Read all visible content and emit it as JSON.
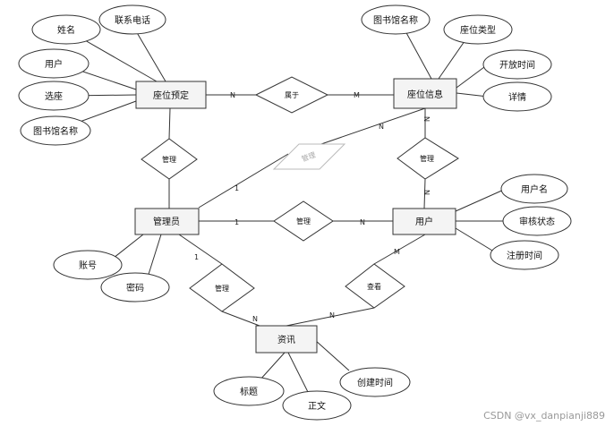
{
  "entities": {
    "seat_booking": "座位预定",
    "seat_info": "座位信息",
    "admin": "管理员",
    "user": "用户",
    "news": "资讯"
  },
  "attributes": {
    "name": "姓名",
    "phone": "联系电话",
    "booking_user": "用户",
    "seat_select": "选座",
    "booking_library": "图书馆名称",
    "info_library": "图书馆名称",
    "seat_type": "座位类型",
    "open_time": "开放时间",
    "details": "详情",
    "account": "账号",
    "password": "密码",
    "username": "用户名",
    "review_status": "审核状态",
    "reg_time": "注册时间",
    "title": "标题",
    "body": "正文",
    "create_time": "创建时间"
  },
  "relationships": {
    "belongs": "属于",
    "manage_booking": "管理",
    "manage_seat_info": "管理",
    "manage_user_info": "管理",
    "manage_user": "管理",
    "manage_news": "管理",
    "view": "查看"
  },
  "cardinalities": {
    "booking_belongs": "N",
    "belongs_info": "M",
    "info_admin": "N",
    "admin_diag": "1",
    "admin_user": "1",
    "user_admin": "N",
    "info_user_top": "N",
    "info_user_bottom": "N",
    "admin_news": "1",
    "news_admin": "N",
    "user_news": "M",
    "news_user": "N"
  },
  "watermark": "CSDN @vx_danpianji889"
}
